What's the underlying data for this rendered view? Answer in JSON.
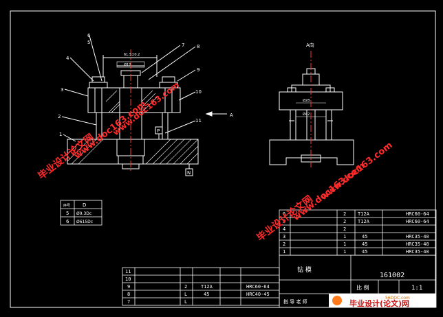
{
  "colors": {
    "background": "#000000",
    "outline": "#ffffff",
    "title_block_lines": "#ffffff",
    "center_line": "#ff3333",
    "watermark": "#ff2a2a",
    "watermark_alt": "#ffd23c"
  },
  "views": {
    "section_label": "A",
    "view_label": "A向",
    "datum_n": "N",
    "datum_p": "P",
    "dim_top": "61.5±0.2",
    "dim_left": "Ø12",
    "dim_right_1": "Ø28",
    "dim_right_2": "Ø42"
  },
  "balloons": [
    "1",
    "2",
    "3",
    "4",
    "5",
    "6",
    "7",
    "8",
    "9",
    "10",
    "11"
  ],
  "hole_table": {
    "headers": [
      "序号",
      "D"
    ],
    "rows": [
      [
        "5",
        "Ø9.3Dc"
      ],
      [
        "6",
        "Ø615Dc"
      ]
    ]
  },
  "bom_right": {
    "rows": [
      [
        "6",
        "",
        "",
        "2",
        "T12A",
        "HRC60-64"
      ],
      [
        "5",
        "",
        "",
        "2",
        "T12A",
        "HRC60-64"
      ],
      [
        "4",
        "",
        "",
        "2",
        "",
        ""
      ],
      [
        "3",
        "",
        "",
        "1",
        "45",
        "HRC35-40"
      ],
      [
        "2",
        "",
        "",
        "1",
        "45",
        "HRC35-40"
      ],
      [
        "1",
        "",
        "",
        "1",
        "45",
        "HRC35-40"
      ]
    ]
  },
  "bom_bottom": {
    "rows": [
      [
        "11",
        "",
        "",
        "",
        "",
        "",
        ""
      ],
      [
        "10",
        "",
        "",
        "",
        "",
        "",
        ""
      ],
      [
        "9",
        "",
        "",
        "2",
        "T12A",
        "",
        "HRC60-64"
      ],
      [
        "8",
        "",
        "",
        "L",
        "45",
        "",
        "HRC40-45"
      ],
      [
        "7",
        "",
        "",
        "L",
        "",
        "",
        ""
      ]
    ]
  },
  "title_block": {
    "name": "钻 模",
    "drawing_no": "161002",
    "scale_label": "比 例",
    "scale": "1:1",
    "designer_label": "指 导 老 师"
  },
  "watermarks": {
    "brand": "毕业设计论文网",
    "url": "www.doc163.com",
    "corner_brand": "毕业设计(论文)网",
    "corner_url": "56DOC.com"
  }
}
